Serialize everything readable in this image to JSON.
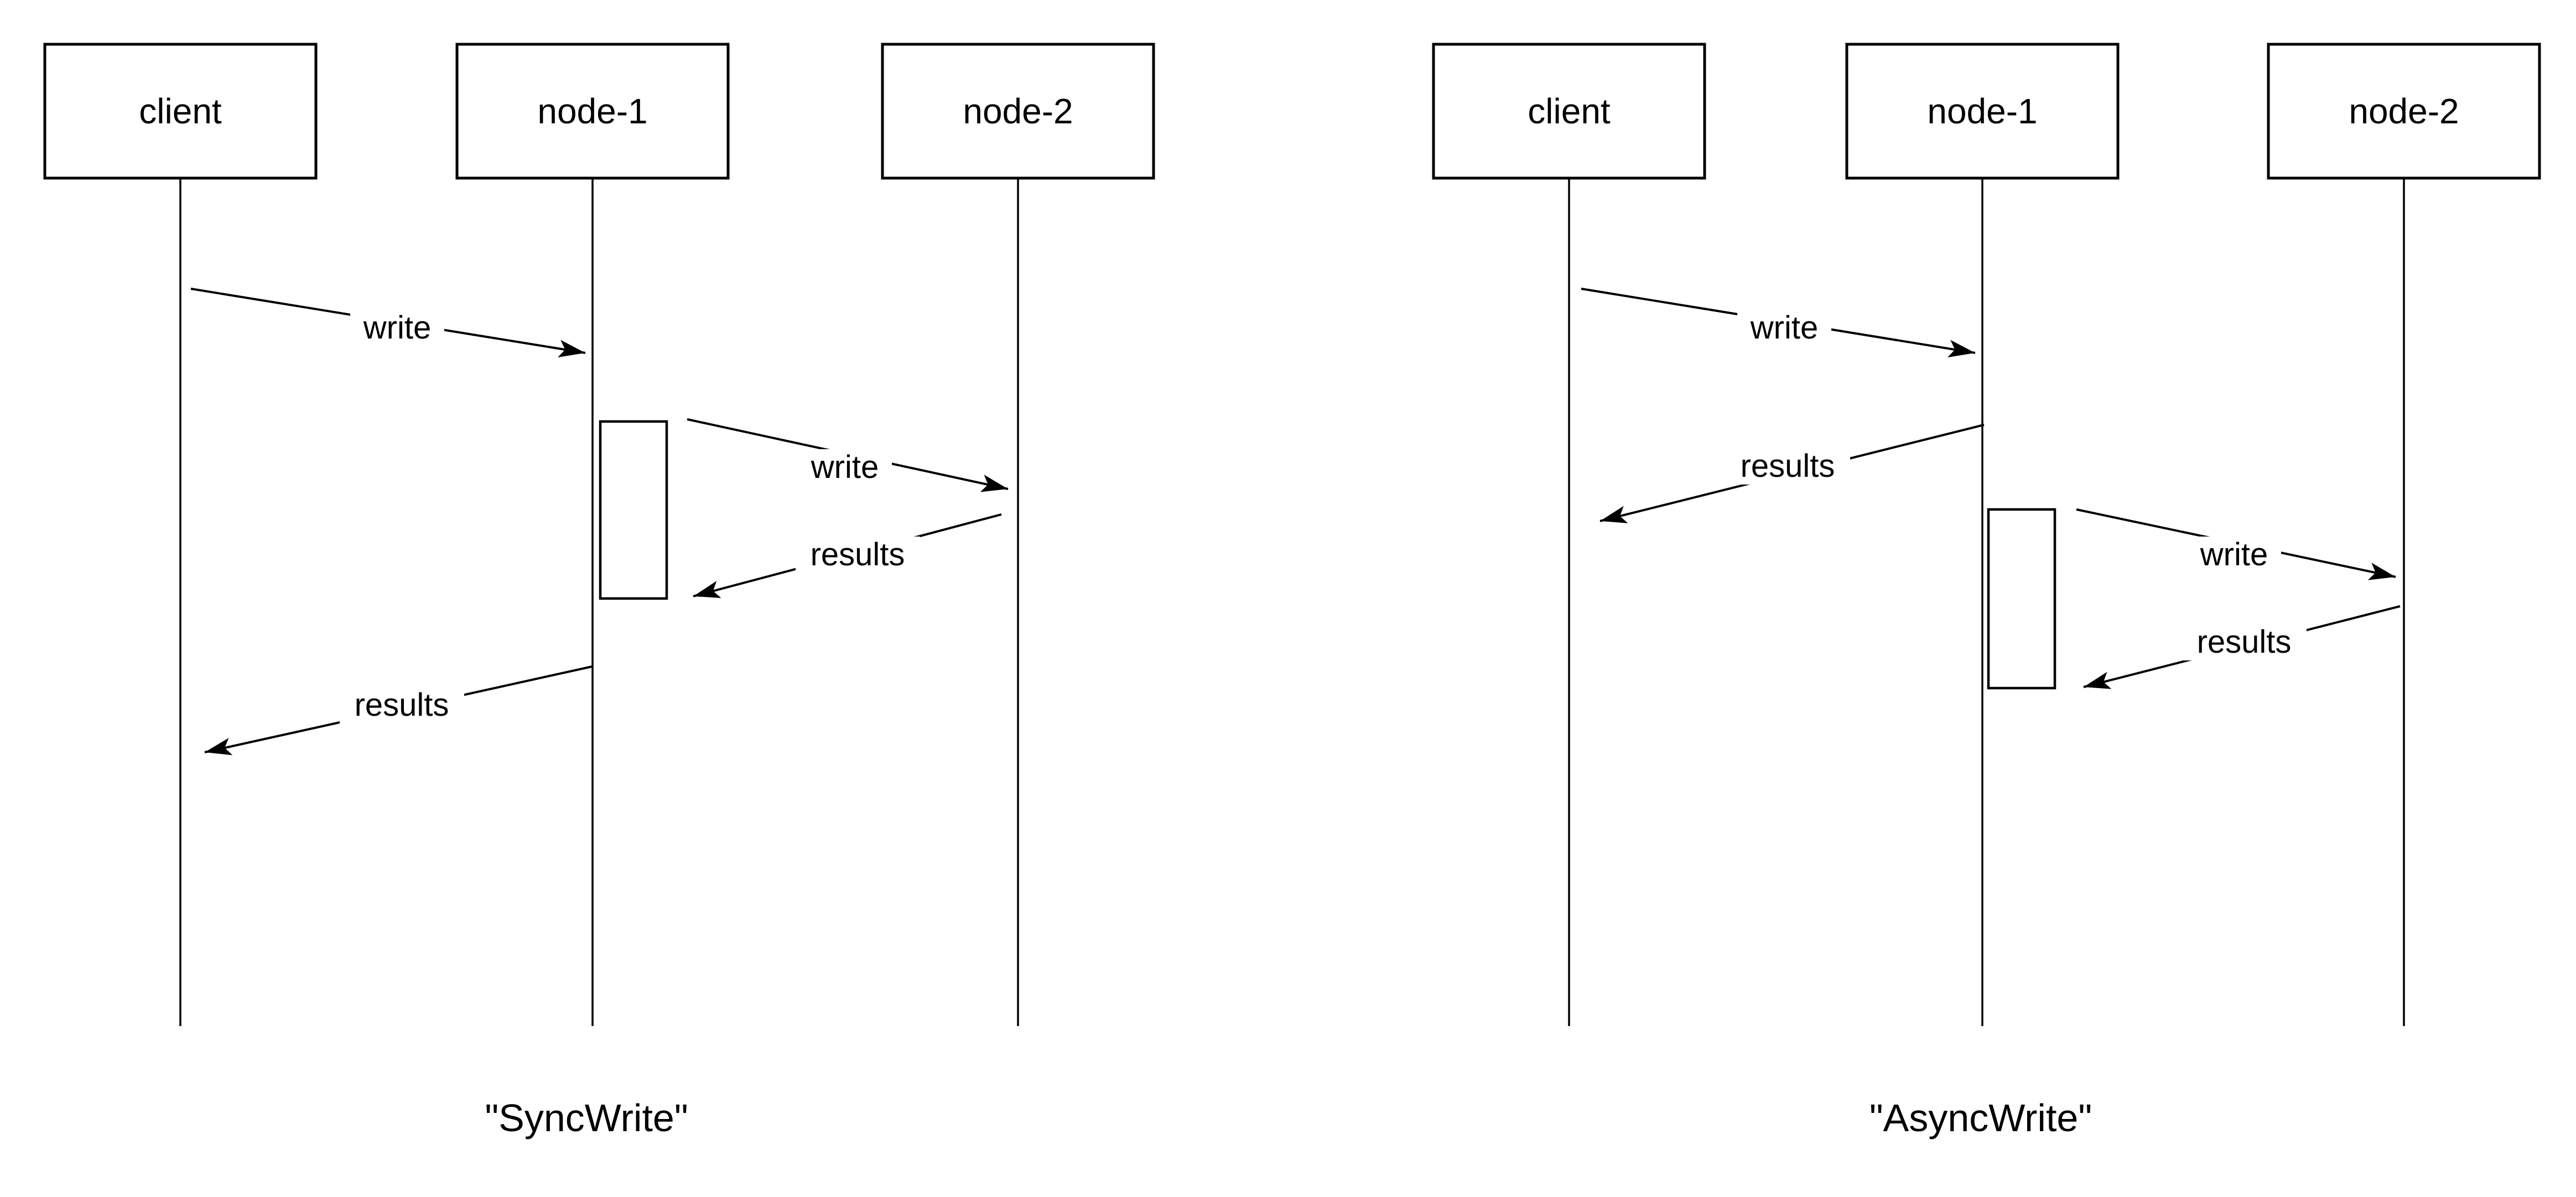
{
  "colors": {
    "stroke": "#000000",
    "background": "#ffffff",
    "text": "#000000"
  },
  "diagrams": [
    {
      "caption": "\"SyncWrite\"",
      "actors": [
        {
          "label": "client"
        },
        {
          "label": "node-1"
        },
        {
          "label": "node-2"
        }
      ],
      "messages": [
        {
          "label": "write",
          "from": "client",
          "to": "node-1"
        },
        {
          "label": "write",
          "from": "node-1",
          "to": "node-2"
        },
        {
          "label": "results",
          "from": "node-2",
          "to": "node-1"
        },
        {
          "label": "results",
          "from": "node-1",
          "to": "client"
        }
      ]
    },
    {
      "caption": "\"AsyncWrite\"",
      "actors": [
        {
          "label": "client"
        },
        {
          "label": "node-1"
        },
        {
          "label": "node-2"
        }
      ],
      "messages": [
        {
          "label": "write",
          "from": "client",
          "to": "node-1"
        },
        {
          "label": "results",
          "from": "node-1",
          "to": "client"
        },
        {
          "label": "write",
          "from": "node-1",
          "to": "node-2"
        },
        {
          "label": "results",
          "from": "node-2",
          "to": "node-1"
        }
      ]
    }
  ]
}
